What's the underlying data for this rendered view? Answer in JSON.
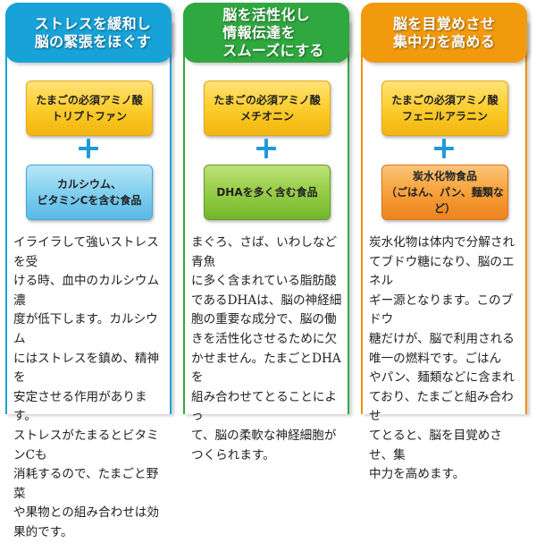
{
  "colors": {
    "blue": "#1aa3d6",
    "green": "#33a844",
    "orange": "#f0900a",
    "plus": "#1e9bd7",
    "amino_box": "#fdd23a"
  },
  "columns": [
    {
      "header": "ストレスを緩和し\n脳の緊張をほぐす",
      "header_color": "#17a2d8",
      "amino_box": "たまごの必須アミノ酸\nトリプトファン",
      "plus": "+",
      "food_box": "カルシウム、\nビタミンCを含む食品",
      "body": "イライラして強いストレスを受\nける時、血中のカルシウム濃\n度が低下します。カルシウム\nにはストレスを鎮め、精神を\n安定させる作用があります。\nストレスがたまるとビタミンCも\n消耗するので、たまごと野菜\nや果物との組み合わせは効\n果的です。"
    },
    {
      "header": "脳を活性化し\n情報伝達を\nスムーズにする",
      "header_color": "#2fa83f",
      "amino_box": "たまごの必須アミノ酸\nメチオニン",
      "plus": "+",
      "food_box": "DHAを多く含む食品",
      "body": "まぐろ、さば、いわしなど青魚\nに多く含まれている脂肪酸\nであるDHAは、脳の神経細\n胞の重要な成分で、脳の働\nきを活性化させるために欠\nかせません。たまごとDHAを\n組み合わせてとることによっ\nて、脳の柔軟な神経細胞が\nつくられます。"
    },
    {
      "header": "脳を目覚めさせ\n集中力を高める",
      "header_color": "#f29a0e",
      "amino_box": "たまごの必須アミノ酸\nフェニルアラニン",
      "plus": "+",
      "food_box": "炭水化物食品\n（ごはん、パン、麺類など）",
      "body": "炭水化物は体内で分解され\nてブドウ糖になり、脳のエネル\nギー源となります。このブドウ\n糖だけが、脳で利用される\n唯一の燃料です。ごはん\nやパン、麺類などに含まれ\nており、たまごと組み合わせ\nてとると、脳を目覚めさせ、集\n中力を高めます。"
    }
  ]
}
